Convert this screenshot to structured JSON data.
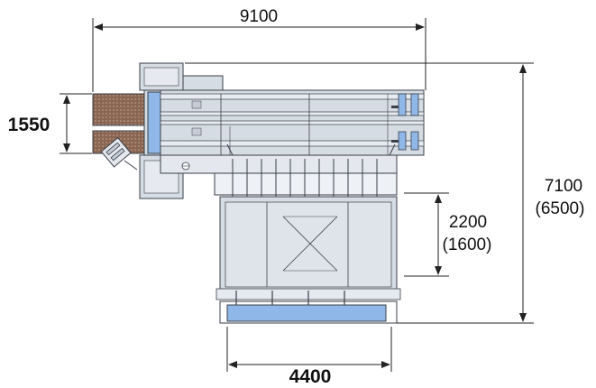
{
  "dimensions": {
    "overall_width": "9100",
    "overall_depth": "7100",
    "overall_depth_alt": "(6500)",
    "feed_width": "1550",
    "table_depth": "2200",
    "table_depth_alt": "(1600)",
    "table_width": "4400"
  },
  "colors": {
    "machine_fill": "#d6dce4",
    "machine_stroke": "#3a3f48",
    "accent_blue": "#8fb8e8",
    "brown_feed": "#8a6552",
    "dim_line": "#222222"
  }
}
